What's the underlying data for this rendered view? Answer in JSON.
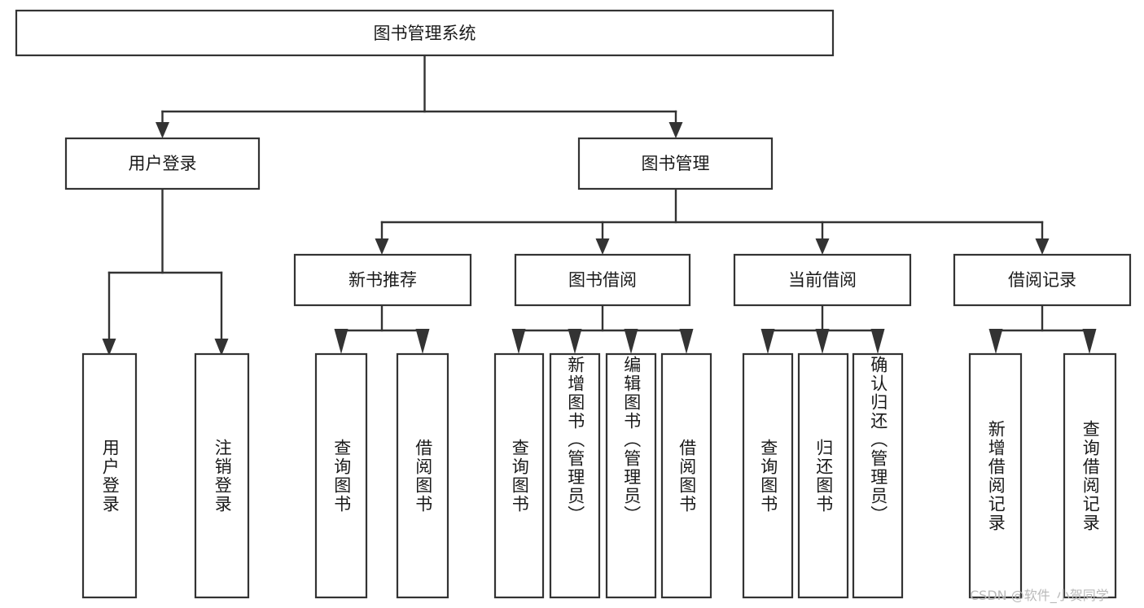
{
  "diagram": {
    "title": "图书管理系统",
    "type": "tree",
    "watermark": "CSDN @软件_小贺同学",
    "colors": {
      "box_stroke": "#333333",
      "box_fill": "#ffffff",
      "connector": "#333333",
      "text": "#1a1a1a",
      "watermark": "#b9b9b9",
      "background": "#ffffff"
    },
    "nodes": {
      "root": {
        "label": "图书管理系统",
        "orientation": "horizontal"
      },
      "l2": [
        {
          "label": "用户登录",
          "orientation": "horizontal"
        },
        {
          "label": "图书管理",
          "orientation": "horizontal"
        }
      ],
      "l3": [
        {
          "label": "新书推荐",
          "orientation": "horizontal"
        },
        {
          "label": "图书借阅",
          "orientation": "horizontal"
        },
        {
          "label": "当前借阅",
          "orientation": "horizontal"
        },
        {
          "label": "借阅记录",
          "orientation": "horizontal"
        }
      ],
      "leaves_user_login": [
        {
          "label": "用户登录",
          "orientation": "vertical"
        },
        {
          "label": "注销登录",
          "orientation": "vertical"
        }
      ],
      "leaves_new_book": [
        {
          "label": "查询图书",
          "orientation": "vertical"
        },
        {
          "label": "借阅图书",
          "orientation": "vertical"
        }
      ],
      "leaves_borrow": [
        {
          "label": "查询图书",
          "orientation": "vertical"
        },
        {
          "label": "新增图书（管理员）",
          "orientation": "vertical"
        },
        {
          "label": "编辑图书（管理员）",
          "orientation": "vertical"
        },
        {
          "label": "借阅图书",
          "orientation": "vertical"
        }
      ],
      "leaves_current": [
        {
          "label": "查询图书",
          "orientation": "vertical"
        },
        {
          "label": "归还图书",
          "orientation": "vertical"
        },
        {
          "label": "确认归还（管理员）",
          "orientation": "vertical"
        }
      ],
      "leaves_records": [
        {
          "label": "新增借阅记录",
          "orientation": "vertical"
        },
        {
          "label": "查询借阅记录",
          "orientation": "vertical"
        }
      ]
    }
  }
}
